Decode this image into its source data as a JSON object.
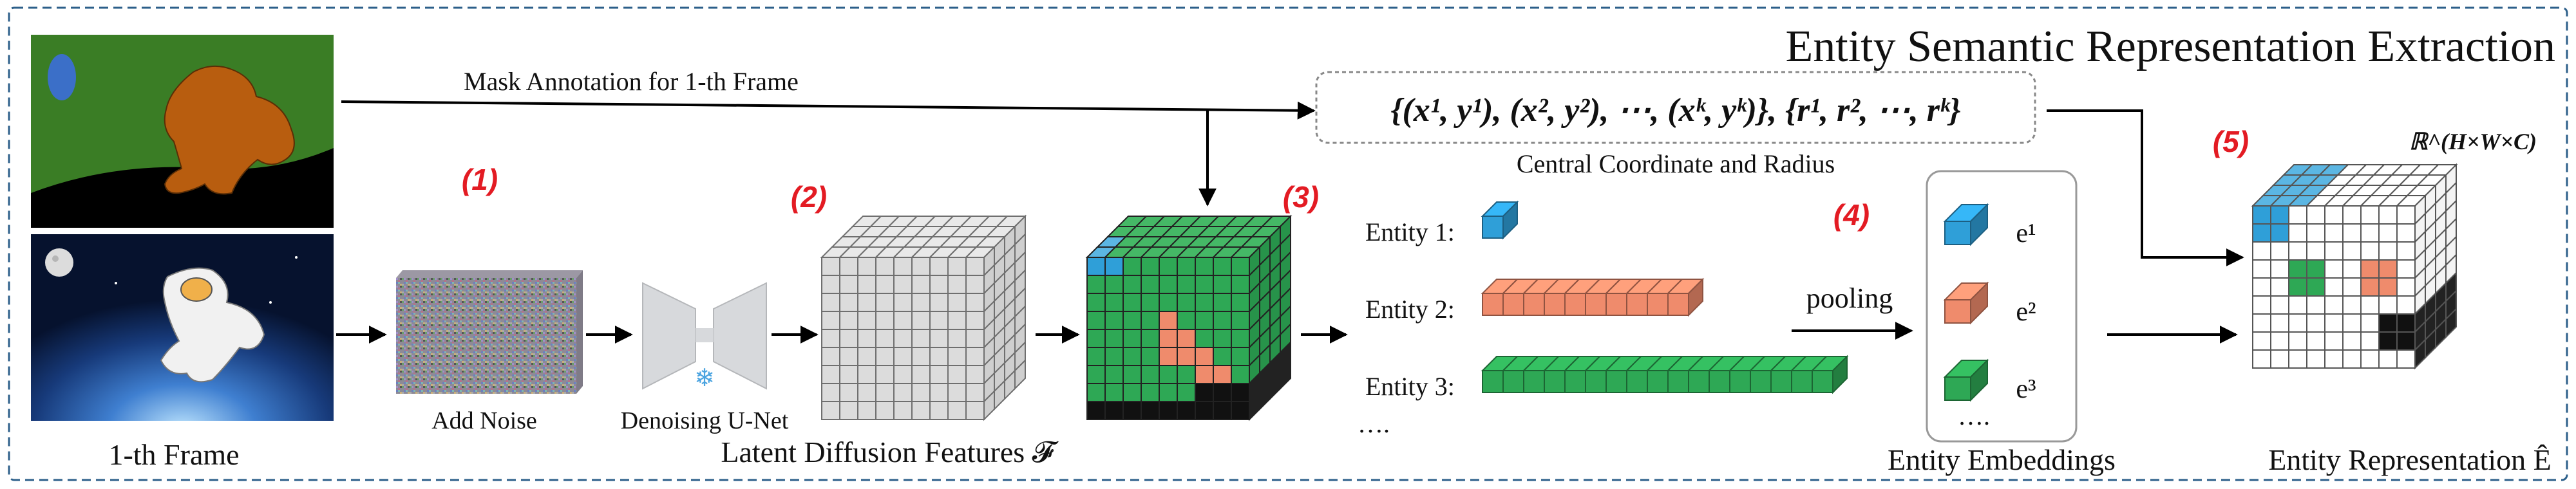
{
  "title": "Entity Semantic Representation Extraction",
  "labels": {
    "mask_annotation": "Mask Annotation for 1-th Frame",
    "frame": "1-th Frame",
    "add_noise": "Add Noise",
    "unet": "Denoising U-Net",
    "latent_features": "Latent Diffusion Features 𝓕",
    "central_coord": "Central Coordinate and Radius",
    "pooling": "pooling",
    "entity_embeddings": "Entity Embeddings",
    "entity_representation": "Entity Representation Ê",
    "tensor_shape": "ℝ^(H×W×C)",
    "coord_formula": "{(x¹, y¹), (x², y²), ⋯, (xᵏ, yᵏ)}, {r¹, r², ⋯, rᵏ}"
  },
  "entities": [
    {
      "label": "Entity 1:",
      "count": 1,
      "color": "#2f9fd8"
    },
    {
      "label": "Entity 2:",
      "count": 10,
      "color": "#ef8b6c"
    },
    {
      "label": "Entity 3:",
      "count": 17,
      "color": "#2ea855"
    }
  ],
  "entities_more": "….",
  "embeddings": [
    {
      "label": "e¹",
      "color": "#2f9fd8"
    },
    {
      "label": "e²",
      "color": "#ef8b6c"
    },
    {
      "label": "e³",
      "color": "#2ea855"
    }
  ],
  "embeddings_more": "….",
  "steps": [
    "(1)",
    "(2)",
    "(3)",
    "(4)",
    "(5)"
  ],
  "colors": {
    "border_dash": "#2c5f8a",
    "red_annotation": "#e31b23",
    "mask_bg": "#3a7d25",
    "mask_entity_orange": "#b85d0f",
    "mask_entity_blue": "#3b6fc8",
    "unet_body": "#d7d9dc",
    "snowflake": "#4aa3e0",
    "grid_gray": "#dcdcdc"
  }
}
